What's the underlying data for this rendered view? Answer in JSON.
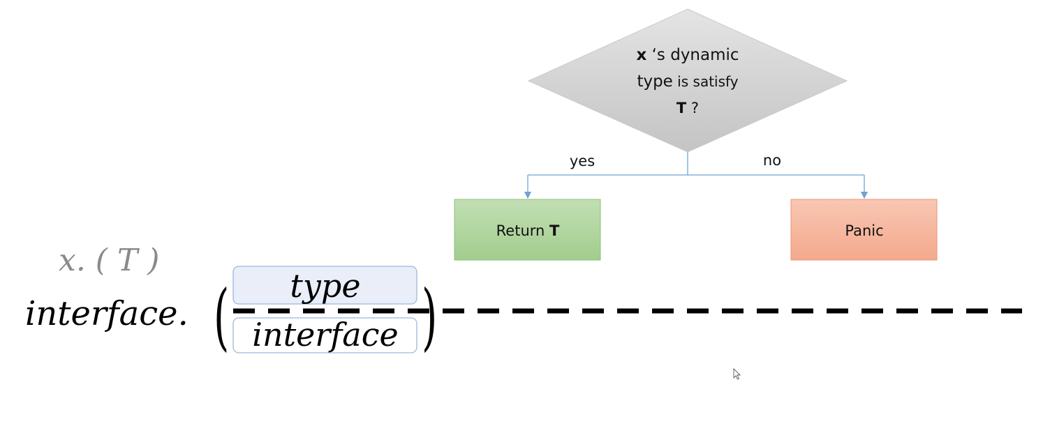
{
  "decision": {
    "line1_bold": "x",
    "line1_rest": " ‘s dynamic",
    "line2_a": "type",
    "line2_b": " is satisfy",
    "line3_bold": "T",
    "line3_rest": " ?"
  },
  "branches": {
    "yes_label": "yes",
    "no_label": "no"
  },
  "return_box": {
    "text": "Return ",
    "bold": "T"
  },
  "panic_box": {
    "text": "Panic"
  },
  "formula": {
    "assertion": "x. ( T )",
    "prefix": "interface.",
    "open_paren": "(",
    "close_paren": ")",
    "numerator": "type",
    "denominator": "interface"
  },
  "colors": {
    "diamond": "#d0d0d0",
    "return_fill": "#acd49a",
    "return_stroke": "#7fb86b",
    "panic_fill": "#f6b29a",
    "panic_stroke": "#e8957c",
    "connector": "#6fa3d2",
    "term_box_fill": "#e8eef9",
    "term_box_stroke": "#8fb3d9"
  }
}
